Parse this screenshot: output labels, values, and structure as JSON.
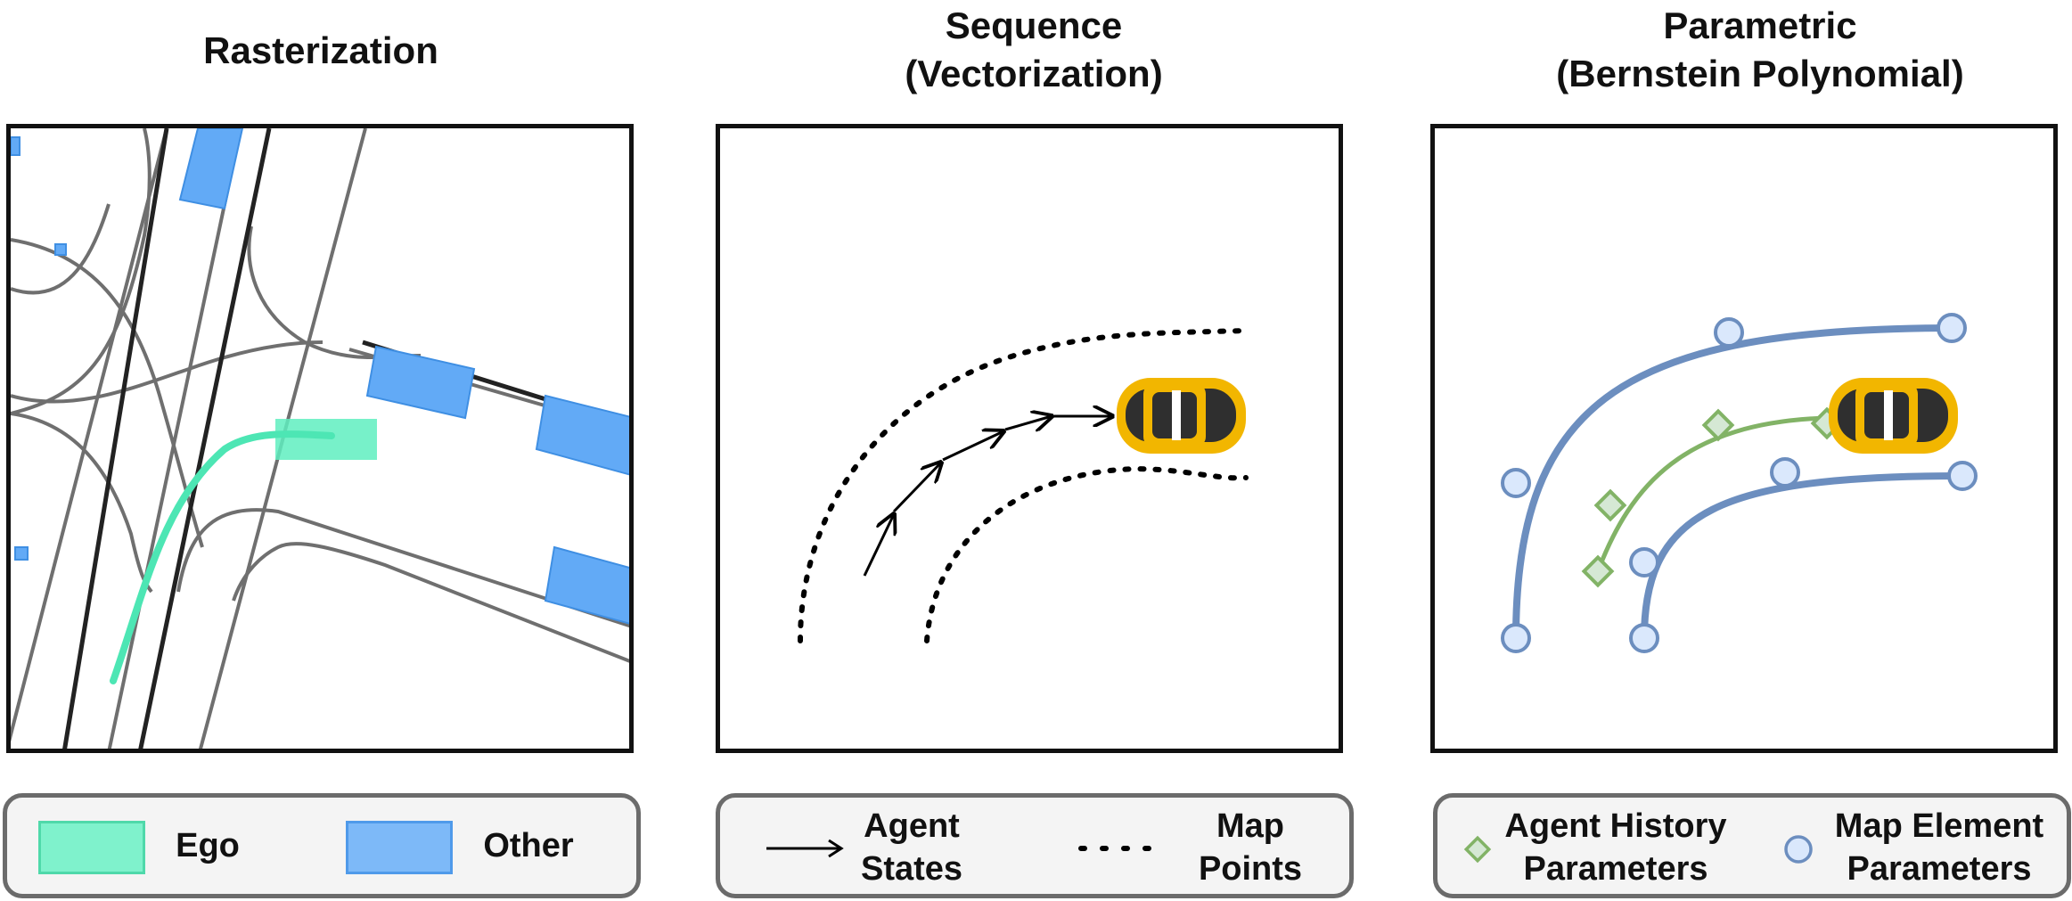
{
  "panels": [
    {
      "title": "Rasterization"
    },
    {
      "title": "Sequence\n(Vectorization)"
    },
    {
      "title": "Parametric\n(Bernstein Polynomial)"
    }
  ],
  "legends": [
    {
      "items": [
        {
          "label": "Ego"
        },
        {
          "label": "Other"
        }
      ]
    },
    {
      "items": [
        {
          "label": "Agent\nStates"
        },
        {
          "label": "Map\nPoints"
        }
      ]
    },
    {
      "items": [
        {
          "label": "Agent History\nParameters"
        },
        {
          "label": "Map Element\nParameters"
        }
      ]
    }
  ],
  "colors": {
    "ego": "#5fefc0",
    "other": "#62aaf6",
    "map_param": "#6c8ebf",
    "agent_param": "#82b366",
    "car_body": "#f2b600",
    "road": "#777777"
  },
  "icons": [
    "car-icon",
    "arrow-icon",
    "diamond-icon",
    "circle-icon"
  ]
}
